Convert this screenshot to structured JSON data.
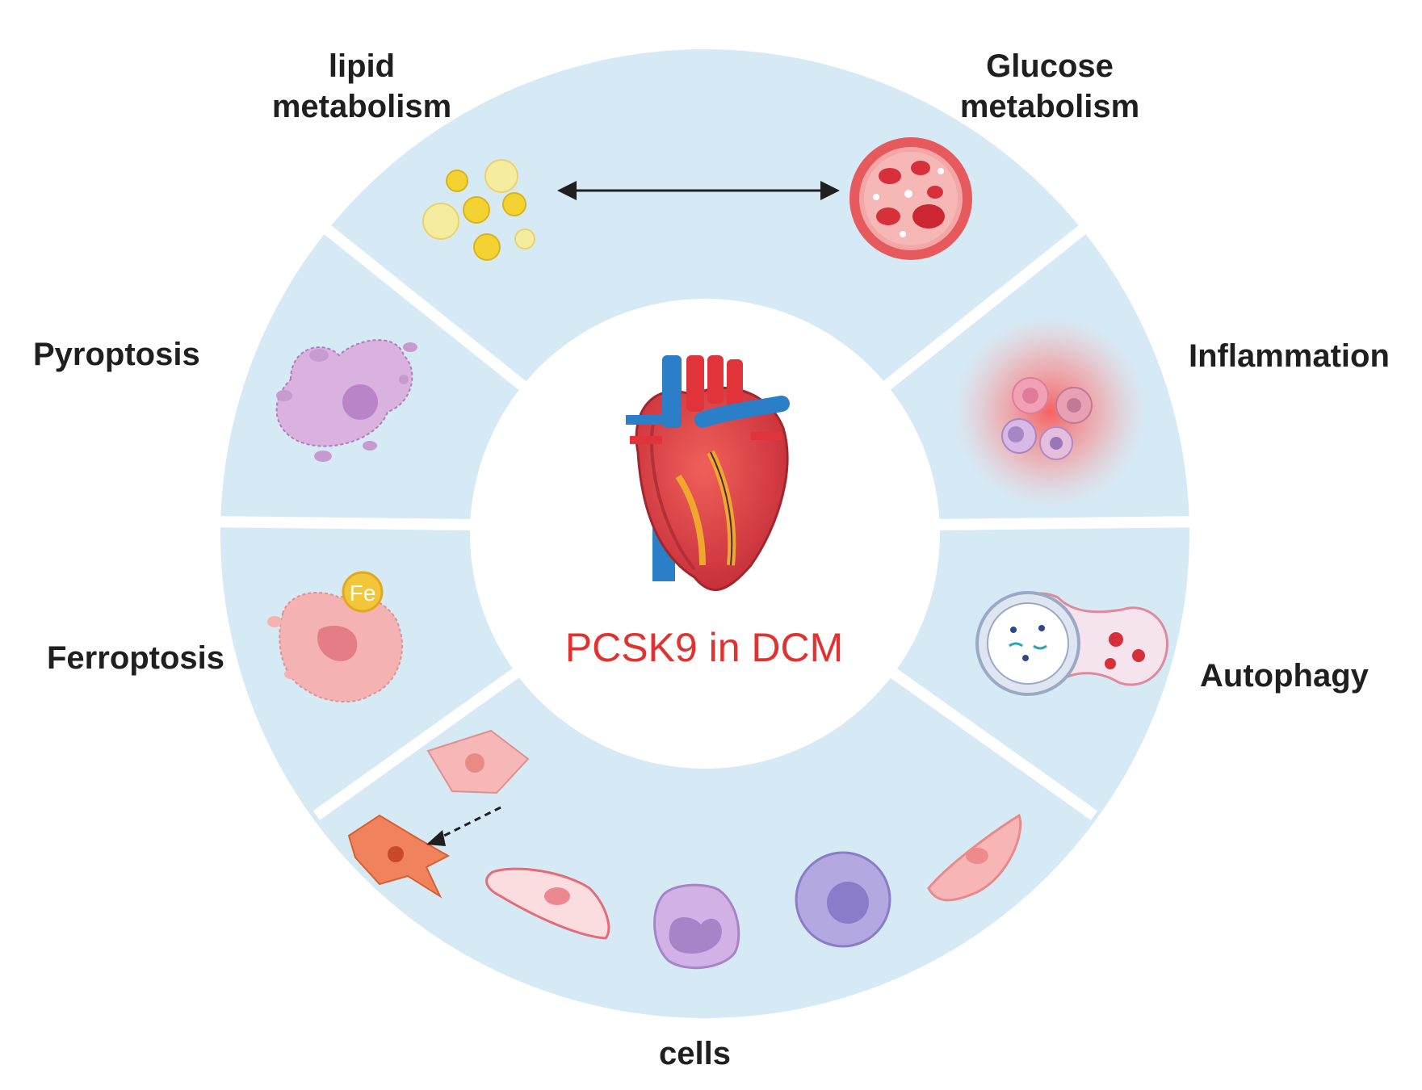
{
  "center": {
    "title": "PCSK9 in DCM",
    "title_color": "#e0332f"
  },
  "segments": {
    "lipid_metabolism": {
      "line1": "lipid",
      "line2": "metabolism"
    },
    "glucose_metabolism": {
      "line1": "Glucose",
      "line2": "metabolism"
    },
    "pyroptosis": {
      "label": "Pyroptosis"
    },
    "inflammation": {
      "label": "Inflammation"
    },
    "ferroptosis": {
      "label": "Ferroptosis",
      "badge": "Fe"
    },
    "autophagy": {
      "label": "Autophagy"
    },
    "cells": {
      "label": "cells"
    }
  },
  "colors": {
    "ring_fill": "#d6eaf6",
    "heart_red": "#e0343a",
    "vessel_blue": "#2a7fc8",
    "lipid_yellow": "#f3d232",
    "pyroptosis_purple": "#c89bd0",
    "ferroptosis_pink": "#f4b2b2",
    "inflammation_glow": "#f75a5a"
  },
  "icons": {
    "center": "heart-icon",
    "lipid": "lipid-droplets-icon",
    "glucose": "blood-vessel-icon",
    "pyroptosis": "pyroptotic-cell-icon",
    "inflammation": "immune-cells-icon",
    "ferroptosis": "ferroptotic-cell-icon",
    "autophagy": "autophagosome-icon",
    "cells": [
      "fibroblast-icon",
      "myofibroblast-icon",
      "cardiomyocyte-icon",
      "neutrophil-icon",
      "macrophage-icon",
      "smooth-muscle-cell-icon"
    ]
  }
}
